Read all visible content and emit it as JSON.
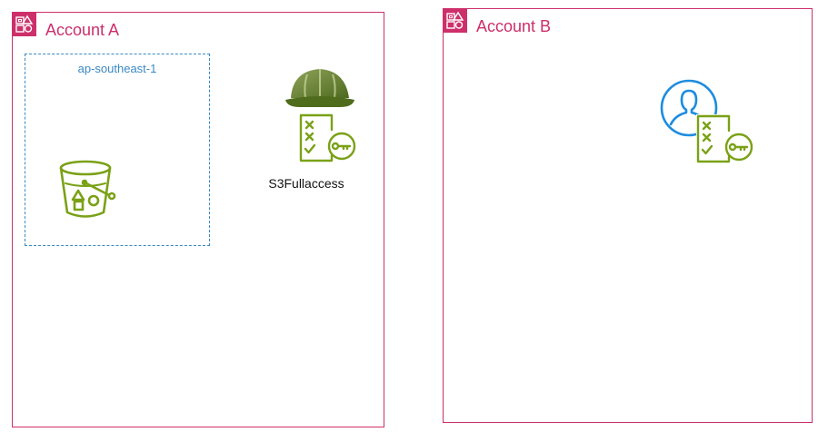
{
  "accounts": [
    {
      "title": "Account A"
    },
    {
      "title": "Account B"
    }
  ],
  "region": {
    "label": "ap-southeast-1"
  },
  "role": {
    "caption": "S3Fullaccess"
  },
  "icons": {
    "account": "aws-account-icon",
    "bucket": "s3-bucket-icon",
    "helmet": "iam-role-helmet-icon",
    "policy": "iam-policy-key-icon",
    "user": "iam-user-icon"
  },
  "colors": {
    "account_border": "#cd2f6a",
    "region_border": "#3a88c4",
    "aws_green": "#7aa116",
    "user_blue": "#1d8ce0"
  }
}
